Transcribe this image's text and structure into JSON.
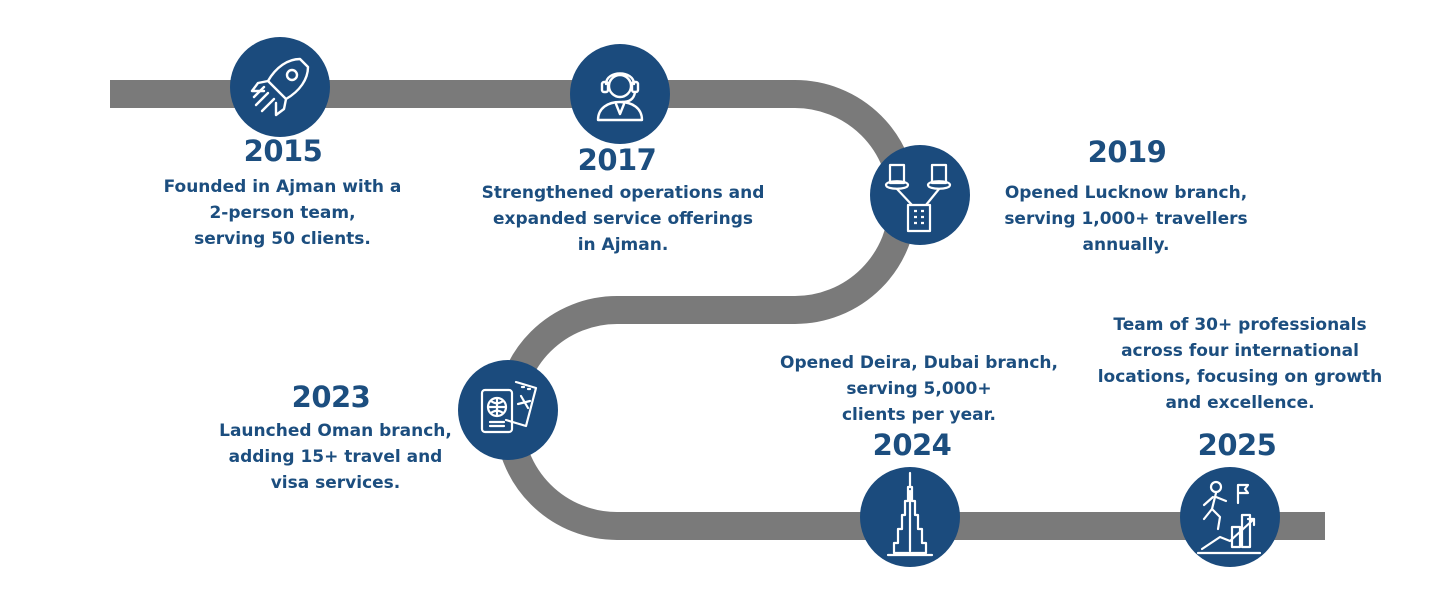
{
  "colors": {
    "road": "#7a7a7a",
    "node": "#1b4b7d",
    "text": "#1c4e7f",
    "icon": "#ffffff"
  },
  "milestones": [
    {
      "year": "2015",
      "text": "Founded in Ajman with a\n2-person team,\nserving 50 clients.",
      "icon": "rocket-icon"
    },
    {
      "year": "2017",
      "text": "Strengthened operations and\nexpanded service offerings\nin Ajman.",
      "icon": "support-agent-icon"
    },
    {
      "year": "2019",
      "text": "Opened Lucknow branch,\nserving 1,000+ travellers\nannually.",
      "icon": "buildings-network-icon"
    },
    {
      "year": "2023",
      "text": "Launched Oman branch,\nadding 15+ travel and\nvisa services.",
      "icon": "passport-ticket-icon"
    },
    {
      "year": "2024",
      "text": "Opened Deira, Dubai branch,\nserving 5,000+\nclients per year.",
      "icon": "burj-khalifa-icon"
    },
    {
      "year": "2025",
      "text": "Team of 30+ professionals\nacross four international\nlocations, focusing on growth\nand excellence.",
      "icon": "climbing-growth-icon"
    }
  ]
}
